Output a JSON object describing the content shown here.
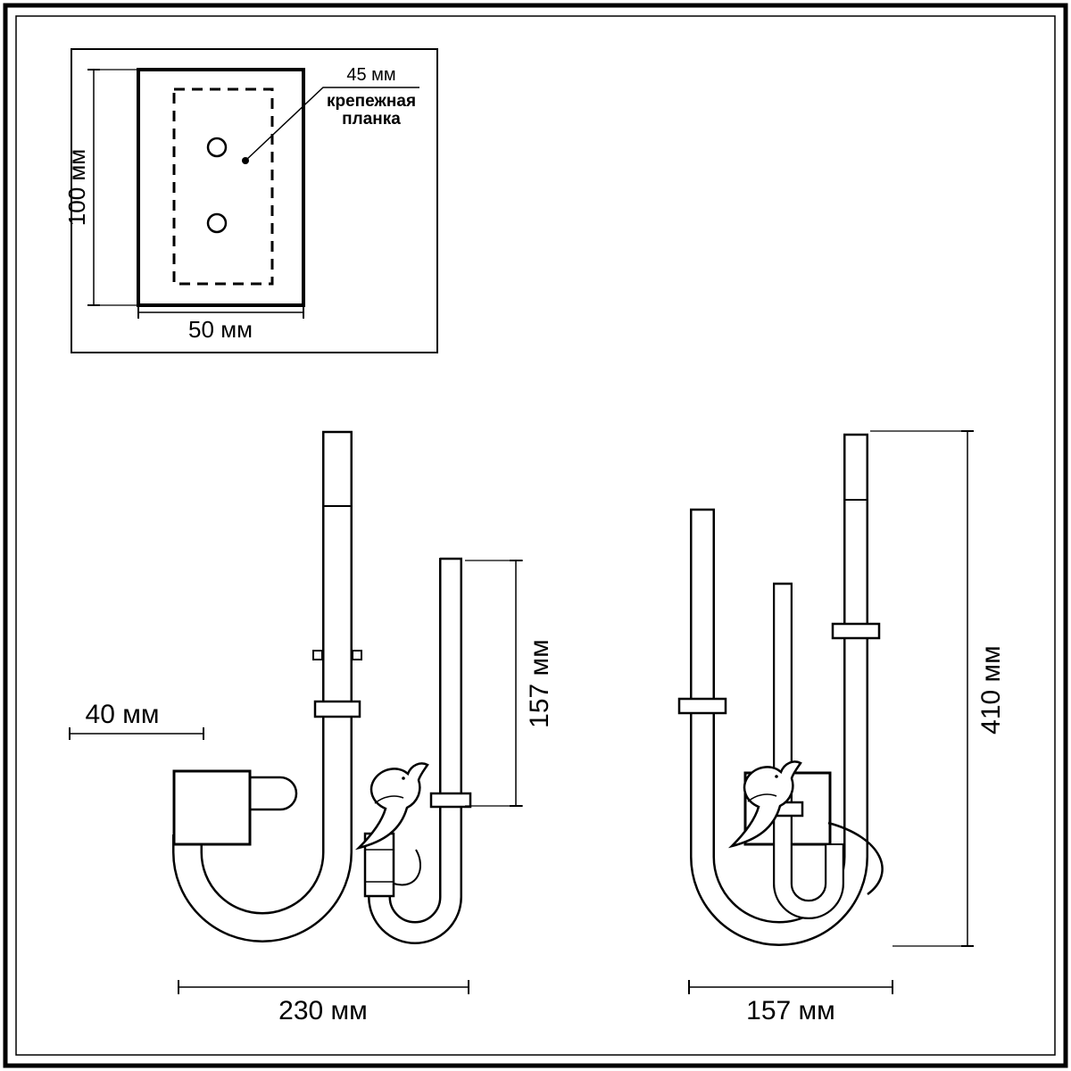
{
  "mounting_plate_detail": {
    "height_label": "100 мм",
    "width_label": "50 мм",
    "offset_label": "45 мм",
    "plate_label_line1": "крепежная",
    "plate_label_line2": "планка"
  },
  "front_view": {
    "wall_offset_label": "40 мм",
    "candle_height_label": "157 мм",
    "width_label": "230 мм"
  },
  "side_view": {
    "height_label": "410 мм",
    "depth_label": "157 мм"
  },
  "colors": {
    "line": "#000000",
    "background": "#ffffff"
  }
}
